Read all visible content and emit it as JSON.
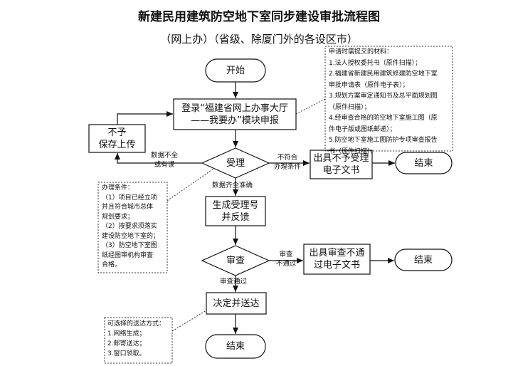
{
  "title": "新建民用建筑防空地下室同步建设审批流程图",
  "subtitle": "（网上办）（省级、除厦门外的各设区市）",
  "nodes": {
    "start": "开始",
    "apply_line1": "登录“福建省网上办事大厅",
    "apply_line2": "——我要办”模块申报",
    "not_saved_line1": "不予",
    "not_saved_line2": "保存上传",
    "accept": "受理",
    "reject_doc_line1": "出具不予受理",
    "reject_doc_line2": "电子文书",
    "end1": "结束",
    "feedback_line1": "生成受理号",
    "feedback_line2": "并反馈",
    "review": "审查",
    "fail_doc_line1": "出具审查不通",
    "fail_doc_line2": "过电子文书",
    "end2": "结束",
    "decide": "决定并送达",
    "end3": "结束"
  },
  "edge_labels": {
    "incomplete_line1": "数据不全",
    "incomplete_line2": "或有误",
    "not_eligible_line1": "不符合",
    "not_eligible_line2": "办理条件",
    "complete": "数据齐全准确",
    "review_fail_line1": "审查",
    "review_fail_line2": "不通过",
    "review_pass": "审查通过"
  },
  "notes": {
    "materials": [
      "申请时需提交的材料：",
      "1.法人授权委托书（原件扫描）；",
      "2.福建省新建民用建筑修建防空地下室",
      "审批申请表（原件电子表）；",
      "3.规划方案审定通知书及总平面规划图",
      "（原件扫描）；",
      "4.经审查合格的防空地下室施工图（原",
      "件电子版或图纸邮递）；",
      "5.防空地下室施工图防护专项审查报告",
      "书（原件扫描）。"
    ],
    "conditions": [
      "办理条件：",
      "（1）项目已经立项",
      "并且符合城市总体",
      "规划要求；",
      "（2）按要求须落实",
      "建设防空地下室的；",
      "（3）防空地下室图",
      "纸经图审机构审查",
      "合格。"
    ],
    "delivery": [
      "可选择的送达方式：",
      "1.网络生成；",
      "2.邮寄送达；",
      "3.窗口领取。"
    ]
  }
}
